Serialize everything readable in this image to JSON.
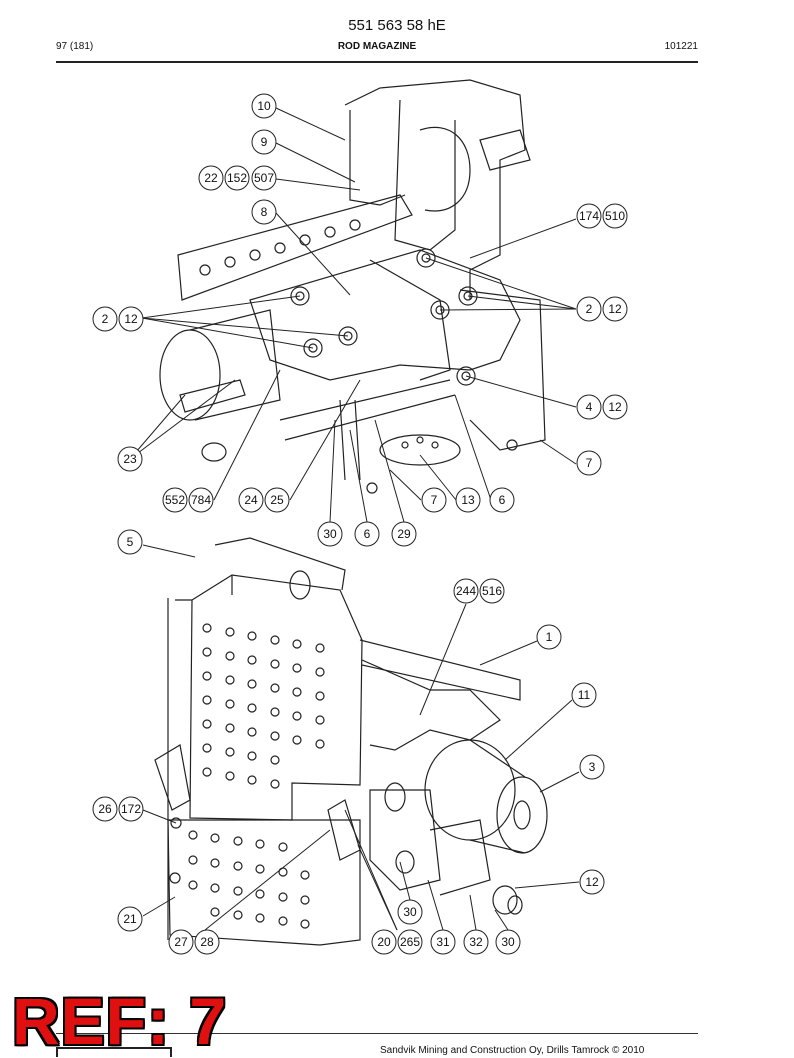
{
  "header": {
    "doc_number": "551 563 58 hE",
    "page_index": "97 (181)",
    "section_title": "ROD MAGAZINE",
    "doc_date": "101221"
  },
  "callouts_top": {
    "c10": "10",
    "c9": "9",
    "c22": "22",
    "c152": "152",
    "c507": "507",
    "c8": "8",
    "c174": "174",
    "c510": "510",
    "c2a": "2",
    "c12a": "12",
    "c2b": "2",
    "c12b": "12",
    "c4": "4",
    "c12c": "12",
    "c7a": "7",
    "c23": "23",
    "c552": "552",
    "c784": "784",
    "c24": "24",
    "c25": "25",
    "c7b": "7",
    "c13": "13",
    "c6a": "6",
    "c30a": "30",
    "c6b": "6",
    "c29": "29"
  },
  "callouts_bottom": {
    "c5": "5",
    "c244": "244",
    "c516": "516",
    "c1": "1",
    "c11": "11",
    "c3": "3",
    "c26": "26",
    "c172": "172",
    "c12": "12",
    "c30b": "30",
    "c21": "21",
    "c27": "27",
    "c28": "28",
    "c20": "20",
    "c265": "265",
    "c31": "31",
    "c32": "32",
    "c30c": "30"
  },
  "ref_tag": "REF: 7",
  "footer": {
    "copyright": "Sandvik Mining and Construction Oy, Drills Tamrock © 2010"
  },
  "colors": {
    "ref_red": "#e01010",
    "line": "#222222"
  }
}
